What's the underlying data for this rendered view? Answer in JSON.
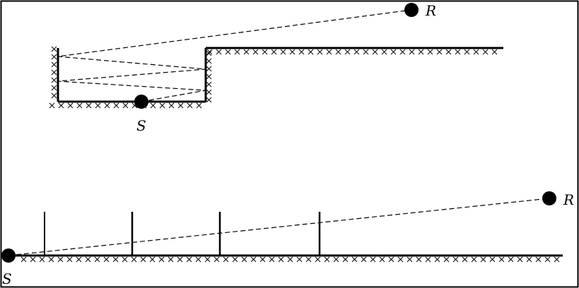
{
  "labels": {
    "top_source": "S",
    "top_receiver": "R",
    "bottom_source": "S",
    "bottom_receiver": "R"
  },
  "colors": {
    "ink": "#000000",
    "background": "#ffffff"
  }
}
